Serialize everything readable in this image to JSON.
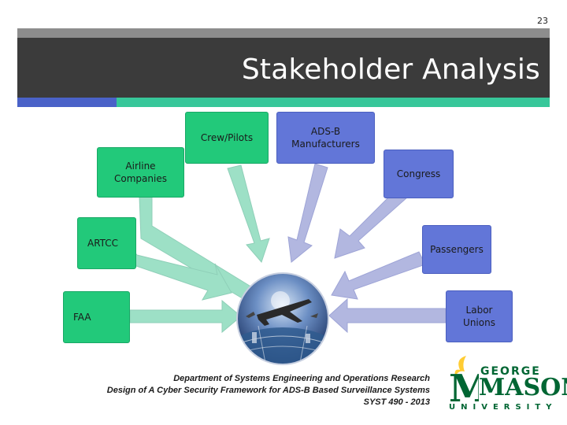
{
  "page_number": "23",
  "title": "Stakeholder Analysis",
  "nodes": {
    "crew": "Crew/Pilots",
    "adsb_line1": "ADS-B",
    "adsb_line2": "Manufacturers",
    "airline_line1": "Airline",
    "airline_line2": "Companies",
    "congress": "Congress",
    "artcc": "ARTCC",
    "passengers": "Passengers",
    "faa": "FAA",
    "labor_line1": "Labor",
    "labor_line2": "Unions"
  },
  "footer": {
    "line1": "Department of Systems Engineering and Operations Research",
    "line2": "Design of A Cyber Security Framework for ADS-B Based Surveillance Systems",
    "line3": "SYST 490 - 2013"
  },
  "logo": {
    "george": "GEORGE",
    "mason": "MASON",
    "university": "UNIVERSITY"
  },
  "colors": {
    "green_node": "#22c97a",
    "blue_node": "#6276d8",
    "green_arrow": "#9de0c6",
    "blue_arrow": "#b2b7e0",
    "banner": "#3b3b3b",
    "gmu_green": "#006633",
    "gmu_gold": "#ffcc33"
  },
  "center_image": "airplane-globe-image"
}
